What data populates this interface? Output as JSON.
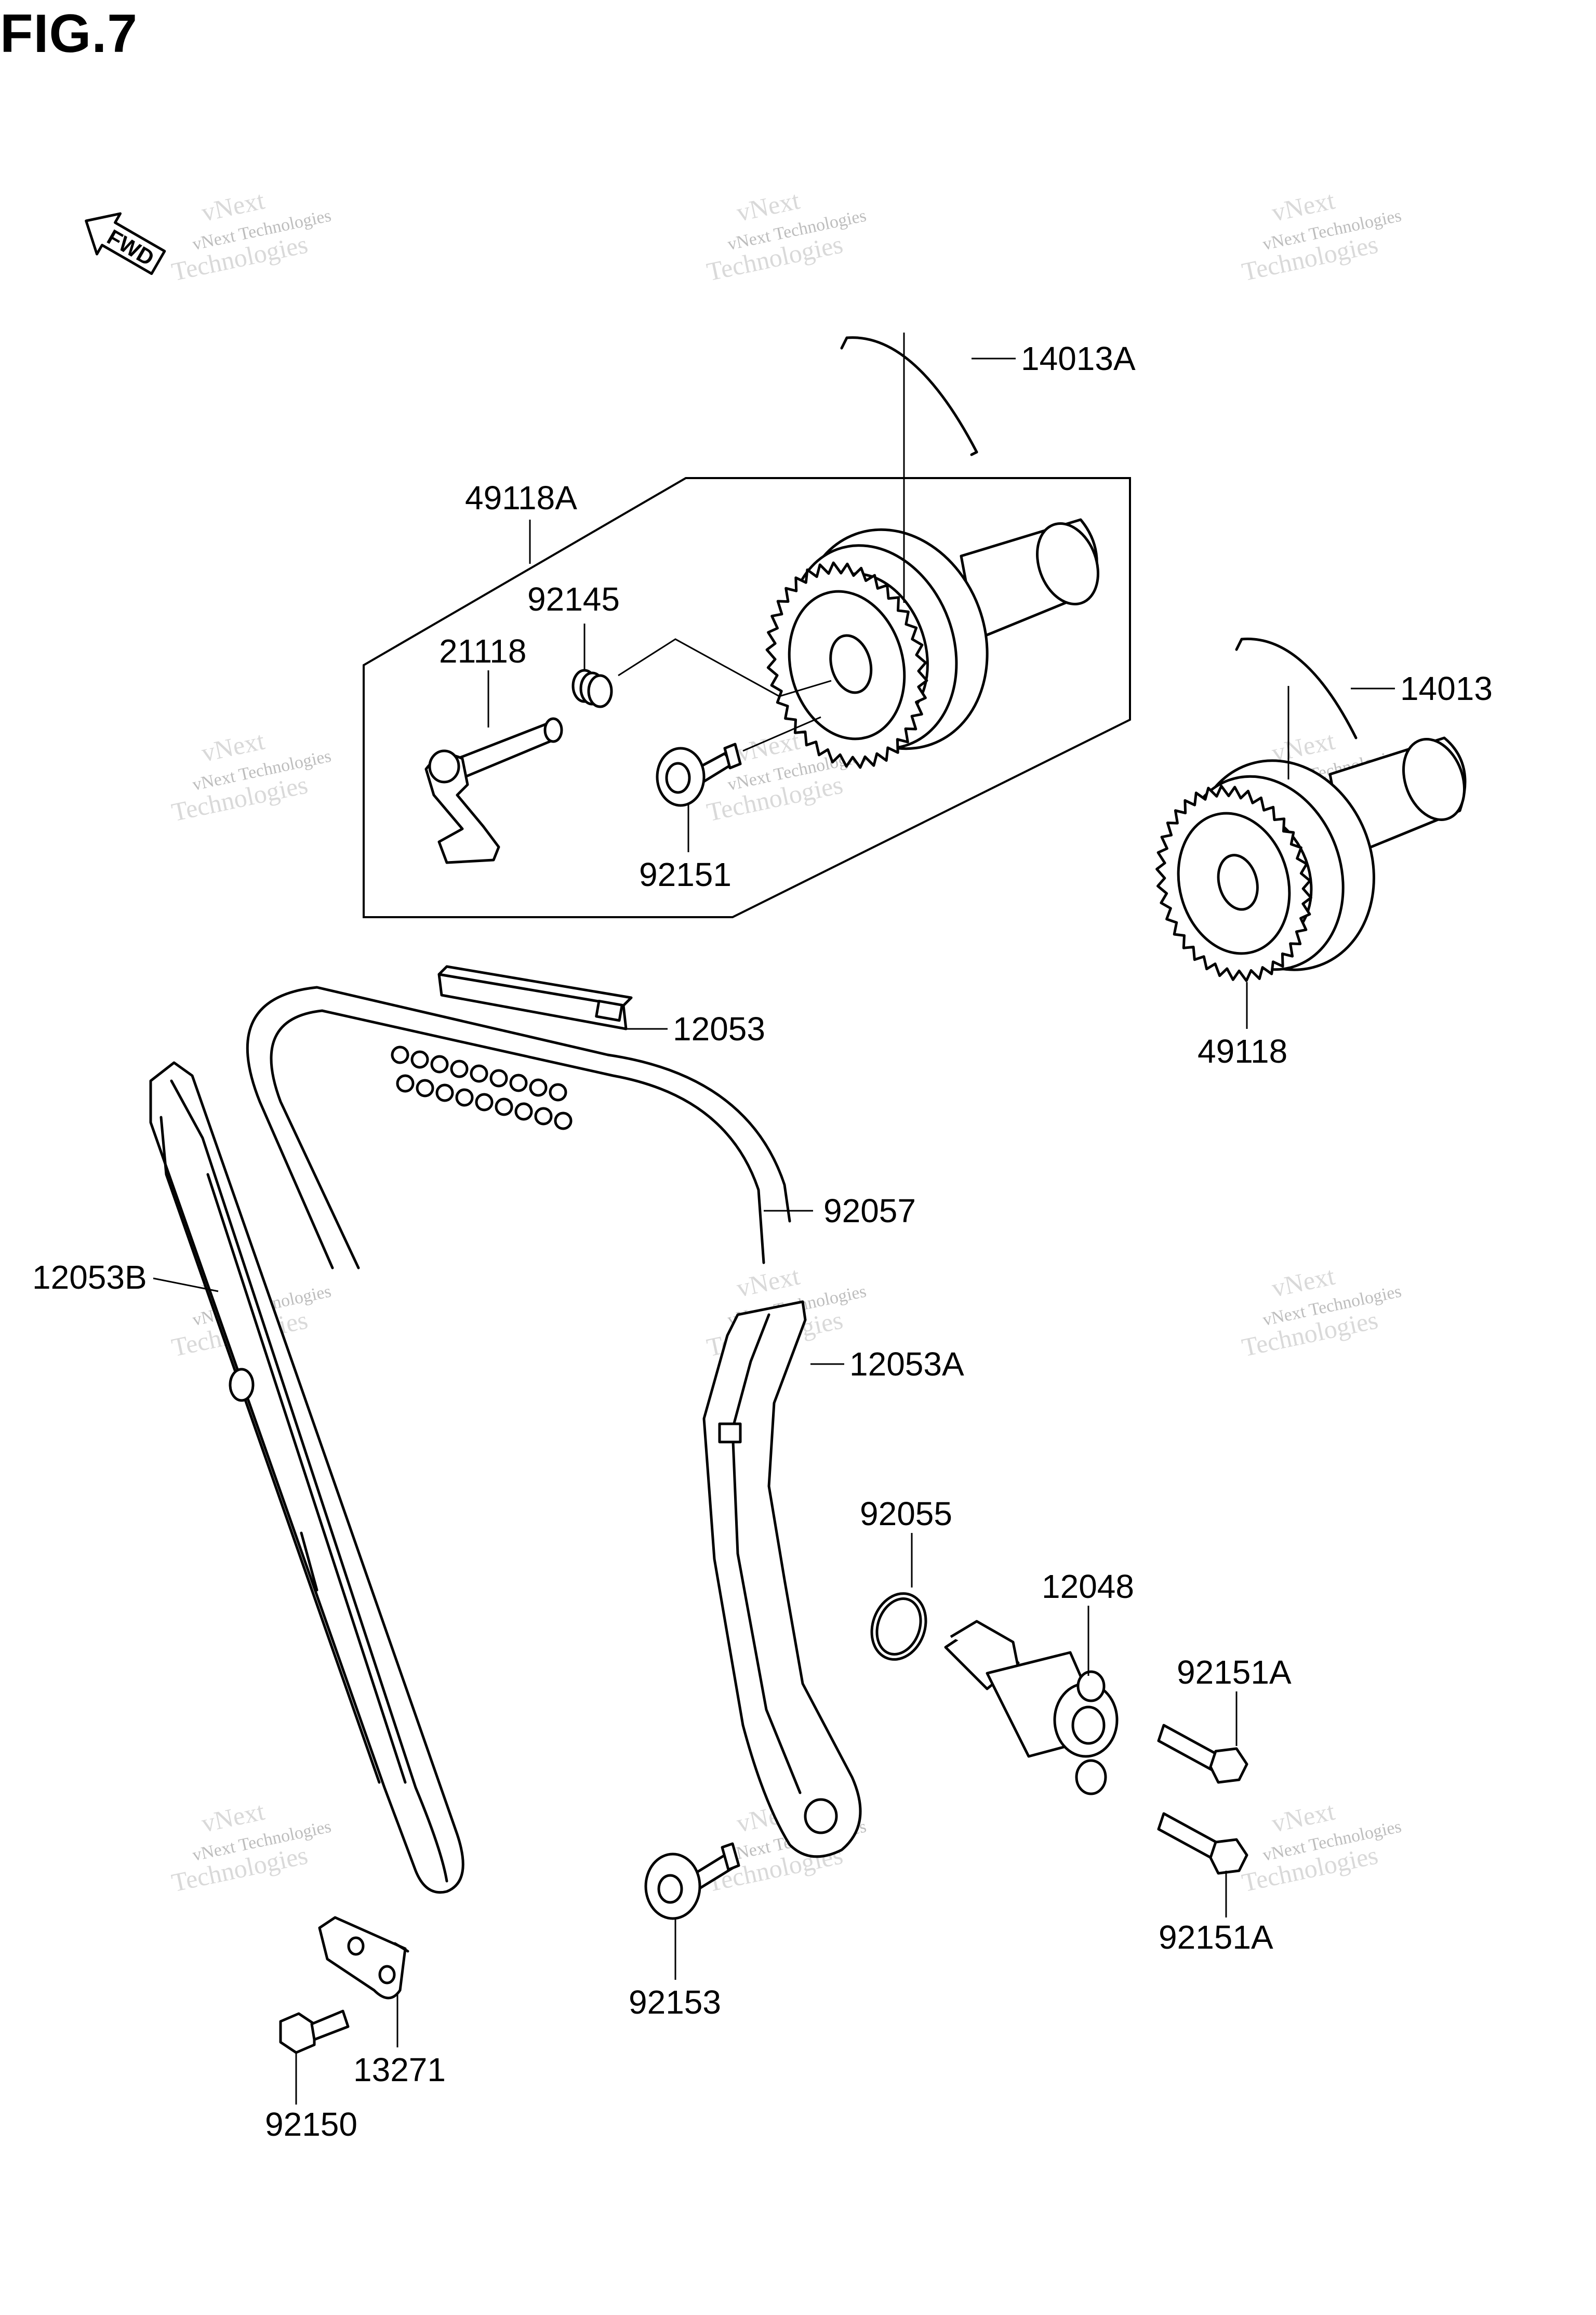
{
  "figure": {
    "title": "FIG.7"
  },
  "fwd_label": "FWD",
  "watermark": {
    "line1": "vNext",
    "line2": "vNext Technologies",
    "line3": "Technologies"
  },
  "parts": [
    {
      "id": "p-14013A",
      "label": "14013A"
    },
    {
      "id": "p-49118A",
      "label": "49118A"
    },
    {
      "id": "p-92145",
      "label": "92145"
    },
    {
      "id": "p-21118",
      "label": "21118"
    },
    {
      "id": "p-92151",
      "label": "92151"
    },
    {
      "id": "p-14013",
      "label": "14013"
    },
    {
      "id": "p-49118",
      "label": "49118"
    },
    {
      "id": "p-12053",
      "label": "12053"
    },
    {
      "id": "p-92057",
      "label": "92057"
    },
    {
      "id": "p-12053B",
      "label": "12053B"
    },
    {
      "id": "p-12053A",
      "label": "12053A"
    },
    {
      "id": "p-92055",
      "label": "92055"
    },
    {
      "id": "p-12048",
      "label": "12048"
    },
    {
      "id": "p-92151A-top",
      "label": "92151A"
    },
    {
      "id": "p-92151A-bottom",
      "label": "92151A"
    },
    {
      "id": "p-92153",
      "label": "92153"
    },
    {
      "id": "p-13271",
      "label": "13271"
    },
    {
      "id": "p-92150",
      "label": "92150"
    }
  ]
}
